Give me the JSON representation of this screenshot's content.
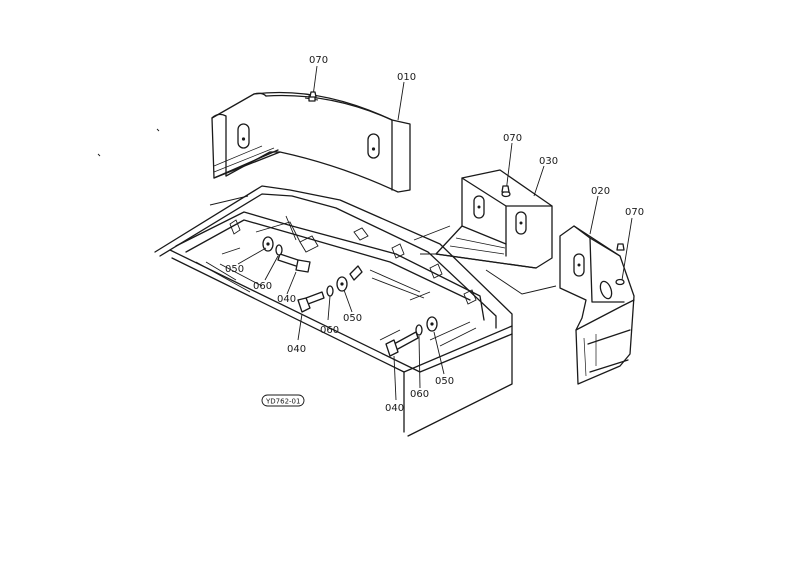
{
  "diagram": {
    "drawing_number": "YD762-01",
    "parts": {
      "p010": "010",
      "p020": "020",
      "p030": "030",
      "p040a": "040",
      "p040b": "040",
      "p040c": "040",
      "p050a": "050",
      "p050b": "050",
      "p050c": "050",
      "p060a": "060",
      "p060b": "060",
      "p060c": "060",
      "p070a": "070",
      "p070b": "070",
      "p070c": "070"
    }
  }
}
